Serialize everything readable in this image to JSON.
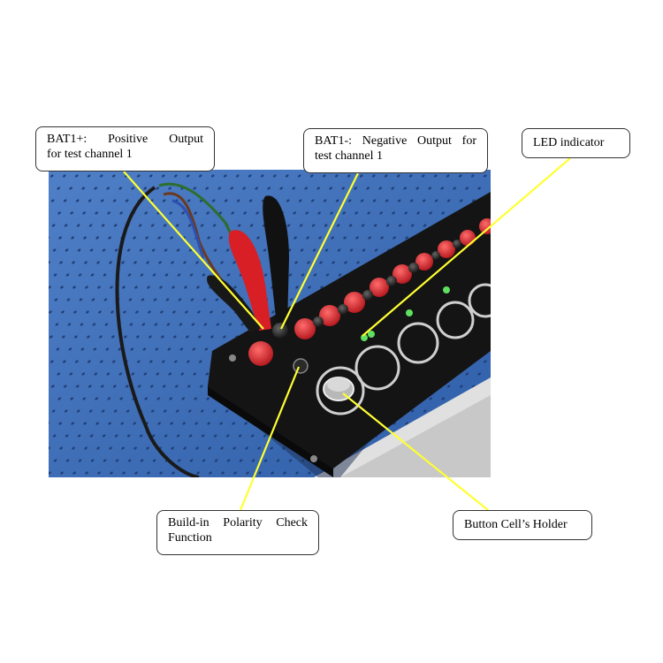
{
  "callouts": {
    "bat1_positive": {
      "line1": "BAT1+:  Positive  Output",
      "line2": "for test channel 1"
    },
    "bat1_negative": {
      "line1": "BAT1-: Negative Output for",
      "line2": "test channel 1"
    },
    "led_indicator": {
      "text": "LED indicator"
    },
    "polarity_check": {
      "line1": "Build-in Polarity Check",
      "line2": "Function"
    },
    "button_cell_holder": {
      "text": "Button Cell’s Holder"
    }
  },
  "colors": {
    "leader_line": "#ffff33",
    "photo_background": "#3d6fb8",
    "board": "#141414",
    "terminal_red": "#d81f26"
  }
}
